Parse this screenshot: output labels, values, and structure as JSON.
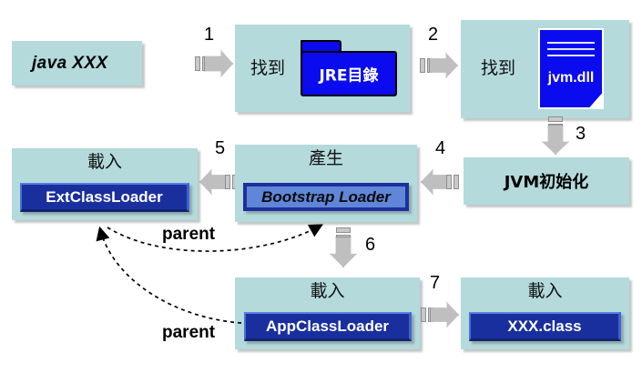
{
  "diagram": {
    "title": "Java class loading flow",
    "colors": {
      "panel_fill": "#b4dadc",
      "icon_blue": "#0b0bef",
      "loader_navy": "#1a2f9e",
      "bootstrap_blue": "#5f86d8",
      "arrow_gray": "#bfbfbf",
      "background": "#ffffff"
    },
    "nodes": {
      "java_cmd": {
        "text": "java XXX"
      },
      "find_jre": {
        "caption": "找到",
        "icon_label": "JRE目錄",
        "icon": "folder-icon"
      },
      "find_jvmdll": {
        "caption": "找到",
        "icon_label": "jvm.dll",
        "icon": "document-icon"
      },
      "jvm_init": {
        "text": "JVM初始化"
      },
      "create_bootstrap": {
        "caption": "產生",
        "loader_label": "Bootstrap Loader"
      },
      "load_ext": {
        "caption": "載入",
        "loader_label": "ExtClassLoader"
      },
      "load_app": {
        "caption": "載入",
        "loader_label": "AppClassLoader"
      },
      "load_class": {
        "caption": "載入",
        "loader_label": "XXX.class"
      }
    },
    "steps": {
      "s1": "1",
      "s2": "2",
      "s3": "3",
      "s4": "4",
      "s5": "5",
      "s6": "6",
      "s7": "7"
    },
    "relations": {
      "parent_top": "parent",
      "parent_bottom": "parent"
    }
  }
}
